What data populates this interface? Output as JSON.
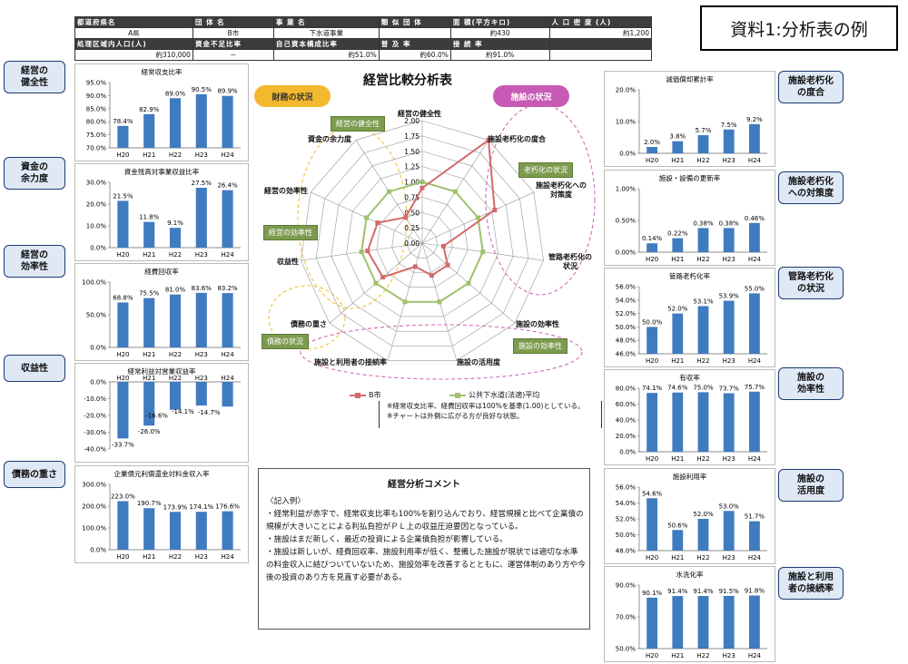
{
  "doc_title": "資料1:分析表の例",
  "header": {
    "row1_labels": [
      "都道府県名",
      "団 体 名",
      "事 業 名",
      "類 似 団 体",
      "面 積(平方キロ)",
      "人 口 密 度 (人)"
    ],
    "row1_values": [
      "A県",
      "B市",
      "下水道事業",
      "",
      "約430",
      "約1,200"
    ],
    "row2_labels": [
      "処理区域内人口(人)",
      "資金不足比率",
      "自己資本構成比率",
      "普 及 率",
      "接 続 率",
      ""
    ],
    "row2_values": [
      "約310,000",
      "－",
      "約51.0%",
      "約60.0%",
      "約91.0%",
      ""
    ]
  },
  "center_title": "経営比較分析表",
  "finance_badge": "財務の状況",
  "facility_badge": "施設の状況",
  "radar": {
    "labels": [
      "経営の健全性",
      "施設老朽化の度合",
      "施設老朽化への\n対策度",
      "管路老朽化の\n状況",
      "施設の効率性",
      "施設の活用度",
      "施設と利用者の接続率",
      "債務の重さ",
      "収益性",
      "経営の効率性",
      "資金の余力度"
    ],
    "ticks": [
      "0.00",
      "0.25",
      "0.50",
      "0.75",
      "1.00",
      "1.25",
      "1.50",
      "1.75",
      "2.00"
    ],
    "series_b": [
      0.9,
      2.0,
      1.3,
      0.35,
      0.55,
      0.55,
      0.4,
      0.85,
      0.9,
      0.8,
      0.5
    ],
    "series_avg": [
      1.0,
      1.0,
      1.0,
      1.0,
      1.0,
      1.0,
      1.0,
      1.0,
      1.0,
      1.0,
      1.0
    ],
    "legend_b": "B市",
    "legend_avg": "公共下水道(法適)平均",
    "color_b": "#d36a6a",
    "color_avg": "#9fc16c"
  },
  "tags": {
    "kenzen": "経営の健全性",
    "roukyu": "老朽化の状況",
    "kouritsu": "経営の効率性",
    "shisetsu_kouritsu": "施設の効率性",
    "saimu": "債務の状況"
  },
  "notes": [
    "※経常収支比率、経費回収率は100%を基準(1.00)としている。",
    "※チャートは外側に広がる方が良好な状態。"
  ],
  "comment": {
    "title": "経営分析コメント",
    "lines": [
      "〈記入例〉",
      "・経常利益が赤字で、経常収支比率も100%を割り込んでおり、経営規模と比べて企業債の規模が大きいことによる利払負担がＰＬ上の収益圧迫要因となっている。",
      "・施設はまだ新しく、最近の投資による企業債負担が影響している。",
      "・施設は新しいが、経費回収率、施設利用率が低く、整備した施設が現状では適切な水準の料金収入に結びついていないため、施設効率を改善するとともに、運営体制のあり方や今後の投資のあり方を見直す必要がある。"
    ]
  },
  "callouts_left": [
    "経営の\n健全性",
    "資金の\n余力度",
    "経営の\n効率性",
    "収益性",
    "債務の重さ"
  ],
  "callouts_right": [
    "施設老朽化\nの度合",
    "施設老朽化\nへの対策度",
    "管路老朽化\nの状況",
    "施設の\n効率性",
    "施設の\n活用度",
    "施設と利用\n者の接続率"
  ],
  "bar_color": "#3f7bbf",
  "chart_data": [
    {
      "type": "bar",
      "title": "経常収支比率",
      "categories": [
        "H20",
        "H21",
        "H22",
        "H23",
        "H24"
      ],
      "values": [
        78.4,
        82.9,
        89.0,
        90.5,
        89.9
      ],
      "value_labels": [
        "78.4%",
        "82.9%",
        "89.0%",
        "90.5%",
        "89.9%"
      ],
      "ylim": [
        70,
        95
      ],
      "yticks": [
        "70.0%",
        "75.0%",
        "80.0%",
        "85.0%",
        "90.0%",
        "95.0%"
      ]
    },
    {
      "type": "bar",
      "title": "資金残高対事業収益比率",
      "categories": [
        "H20",
        "H21",
        "H22",
        "H23",
        "H24"
      ],
      "values": [
        21.5,
        11.8,
        9.1,
        27.5,
        26.4
      ],
      "value_labels": [
        "21.5%",
        "11.8%",
        "9.1%",
        "27.5%",
        "26.4%"
      ],
      "ylim": [
        0,
        30
      ],
      "yticks": [
        "0.0%",
        "10.0%",
        "20.0%",
        "30.0%"
      ]
    },
    {
      "type": "bar",
      "title": "経費回収率",
      "categories": [
        "H20",
        "H21",
        "H22",
        "H23",
        "H24"
      ],
      "values": [
        68.8,
        75.5,
        81.0,
        83.6,
        83.2
      ],
      "value_labels": [
        "68.8%",
        "75.5%",
        "81.0%",
        "83.6%",
        "83.2%"
      ],
      "ylim": [
        0,
        100
      ],
      "yticks": [
        "0.0%",
        "50.0%",
        "100.0%"
      ]
    },
    {
      "type": "bar",
      "title": "経常利益対営業収益率",
      "categories": [
        "H20",
        "H21",
        "H22",
        "H23",
        "H24"
      ],
      "values": [
        -33.7,
        -26.0,
        -16.6,
        -14.1,
        -14.7
      ],
      "value_labels": [
        "-33.7%",
        "-26.0%",
        "-16.6%",
        "-14.1%",
        "-14.7%"
      ],
      "ylim": [
        -40,
        0
      ],
      "yticks": [
        "0.0%",
        "-10.0%",
        "-20.0%",
        "-30.0%",
        "-40.0%"
      ],
      "negative": true
    },
    {
      "type": "bar",
      "title": "企業債元利償還金対料金収入率",
      "categories": [
        "H20",
        "H21",
        "H22",
        "H23",
        "H24"
      ],
      "values": [
        223.0,
        190.7,
        173.9,
        174.1,
        176.6
      ],
      "value_labels": [
        "223.0%",
        "190.7%",
        "173.9%",
        "174.1%",
        "176.6%"
      ],
      "ylim": [
        0,
        300
      ],
      "yticks": [
        "0.0%",
        "100.0%",
        "200.0%",
        "300.0%"
      ]
    },
    {
      "type": "bar",
      "title": "減価償却累計率",
      "categories": [
        "H20",
        "H21",
        "H22",
        "H23",
        "H24"
      ],
      "values": [
        2.0,
        3.8,
        5.7,
        7.5,
        9.2
      ],
      "value_labels": [
        "2.0%",
        "3.8%",
        "5.7%",
        "7.5%",
        "9.2%"
      ],
      "ylim": [
        0,
        20
      ],
      "yticks": [
        "0.0%",
        "10.0%",
        "20.0%"
      ]
    },
    {
      "type": "bar",
      "title": "施設・設備の更新率",
      "categories": [
        "H20",
        "H21",
        "H22",
        "H23",
        "H24"
      ],
      "values": [
        0.14,
        0.22,
        0.38,
        0.38,
        0.46
      ],
      "value_labels": [
        "0.14%",
        "0.22%",
        "0.38%",
        "0.38%",
        "0.46%"
      ],
      "ylim": [
        0,
        1
      ],
      "yticks": [
        "0.00%",
        "0.50%",
        "1.00%"
      ]
    },
    {
      "type": "bar",
      "title": "管路老朽化率",
      "categories": [
        "H20",
        "H21",
        "H22",
        "H23",
        "H24"
      ],
      "values": [
        50.0,
        52.0,
        53.1,
        53.9,
        55.0
      ],
      "value_labels": [
        "50.0%",
        "52.0%",
        "53.1%",
        "53.9%",
        "55.0%"
      ],
      "ylim": [
        46,
        56
      ],
      "yticks": [
        "46.0%",
        "48.0%",
        "50.0%",
        "52.0%",
        "54.0%",
        "56.0%"
      ]
    },
    {
      "type": "bar",
      "title": "有収率",
      "categories": [
        "H20",
        "H21",
        "H22",
        "H23",
        "H24"
      ],
      "values": [
        74.1,
        74.6,
        75.0,
        73.7,
        75.7
      ],
      "value_labels": [
        "74.1%",
        "74.6%",
        "75.0%",
        "73.7%",
        "75.7%"
      ],
      "ylim": [
        0,
        80
      ],
      "yticks": [
        "0.0%",
        "20.0%",
        "40.0%",
        "60.0%",
        "80.0%"
      ]
    },
    {
      "type": "bar",
      "title": "施設利用率",
      "categories": [
        "H20",
        "H21",
        "H22",
        "H23",
        "H24"
      ],
      "values": [
        54.6,
        50.6,
        52.0,
        53.0,
        51.7
      ],
      "value_labels": [
        "54.6%",
        "50.6%",
        "52.0%",
        "53.0%",
        "51.7%"
      ],
      "ylim": [
        48,
        56
      ],
      "yticks": [
        "48.0%",
        "50.0%",
        "52.0%",
        "54.0%",
        "56.0%"
      ]
    },
    {
      "type": "bar",
      "title": "水洗化率",
      "categories": [
        "H20",
        "H21",
        "H22",
        "H23",
        "H24"
      ],
      "values": [
        90.1,
        91.4,
        91.4,
        91.5,
        91.8
      ],
      "value_labels": [
        "90.1%",
        "91.4%",
        "91.4%",
        "91.5%",
        "91.8%"
      ],
      "ylim": [
        50,
        100
      ],
      "yticks": [
        "50.0%",
        "70.0%",
        "90.0%"
      ]
    }
  ]
}
